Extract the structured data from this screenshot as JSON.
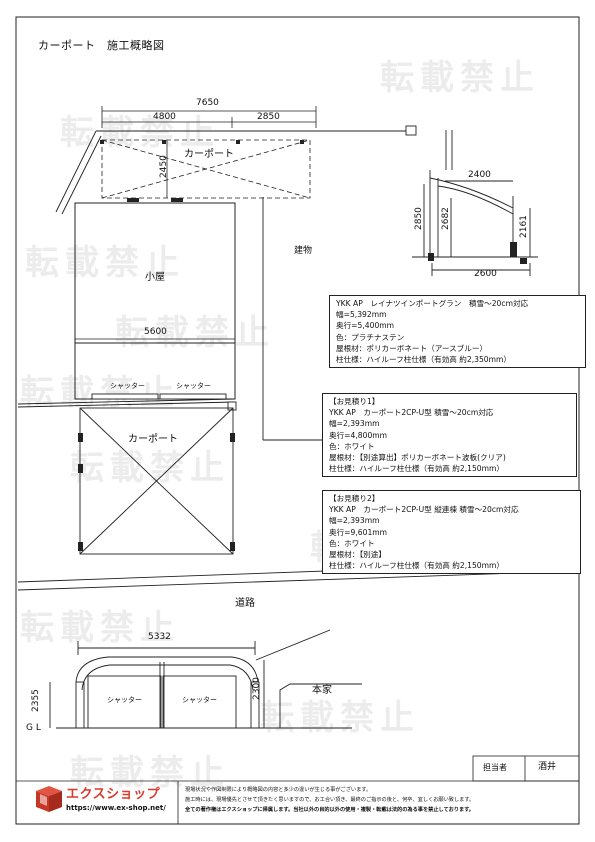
{
  "title": "カーポート　施工概略図",
  "watermark": "転載禁止",
  "plan": {
    "dim_total": "7650",
    "dim_left": "4800",
    "dim_right": "2850",
    "dim_depth": "2450",
    "dim_shed": "5600",
    "top_carport": "カーポート",
    "shed": "小屋",
    "shutter_1": "シャッター",
    "shutter_2": "シャッター",
    "bottom_carport": "カーポート",
    "building": "建物",
    "road": "道路"
  },
  "side_view": {
    "dim_width": "2400",
    "dim_height_total": "2850",
    "dim_inner": "2682",
    "dim_clear": "2161",
    "dim_base": "2600"
  },
  "front_view": {
    "dim_width": "5332",
    "dim_height_left": "2355",
    "dim_height_right": "2300",
    "shutter_1": "シャッター",
    "shutter_2": "シャッター",
    "main_house": "本家",
    "gl": "G L"
  },
  "notes": [
    {
      "lines": [
        "YKK AP　レイナツインポートグラン　積雪～20cm対応",
        "幅=5,392mm",
        "奥行=5,400mm",
        "色：プラチナステン",
        "屋根材：ポリカーボネート（アースブルー）",
        "柱仕様：ハイルーフ柱仕様（有効高 約2,350mm）"
      ]
    },
    {
      "lines": [
        "【お見積り1】",
        "YKK AP　カーポート2CP-U型 積雪～20cm対応",
        "幅=2,393mm",
        "奥行=4,800mm",
        "色：ホワイト",
        "屋根材：【別途算出】ポリカーボネート波板(クリア)",
        "柱仕様：ハイルーフ柱仕様（有効高 約2,150mm）"
      ]
    },
    {
      "lines": [
        "【お見積り2】",
        "YKK AP　カーポート2CP-U型 縦連棟 積雪～20cm対応",
        "幅=2,393mm",
        "奥行=9,601mm",
        "色：ホワイト",
        "屋根材：【別途】",
        "柱仕様：ハイルーフ柱仕様（有効高 約2,150mm）"
      ]
    }
  ],
  "person_label": "担当者",
  "person_name": "酒井",
  "brand": {
    "name": "エクスショップ",
    "url": "https://www.ex-shop.net/",
    "color": "#d93a2b"
  },
  "disclaimer": [
    "現場状況や作図制限により概略図の内容と多少の違いが生じる事がございます。",
    "施工時には、現場優先とさせて頂きたく思いますので、お工合い頂き、最終のご指示の後と、何卒、宜しくお願い致します。",
    "全ての著作権はエクスショップに帰属します。当社以外の目的以外の使用・複製・転載は法的の為る事を禁止しております。"
  ]
}
